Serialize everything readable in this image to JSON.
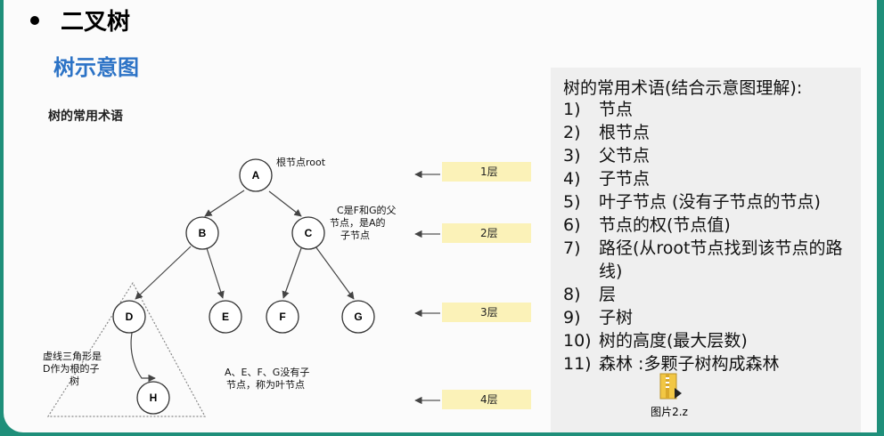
{
  "title": "二叉树",
  "subtitle": "树示意图",
  "diagram": {
    "heading": "树的常用术语",
    "nodes": {
      "a": "A",
      "b": "B",
      "c": "C",
      "d": "D",
      "e": "E",
      "f": "F",
      "g": "G",
      "h": "H"
    },
    "annotations": {
      "root": "根节点root",
      "parent": [
        "C是F和G的父",
        "节点，是A的",
        "子节点"
      ],
      "triangle": [
        "虚线三角形是",
        "D作为根的子",
        "树"
      ],
      "leaf": [
        "A、E、F、G没有子",
        "节点，称为叶节点"
      ]
    },
    "layers": [
      "1层",
      "2层",
      "3层",
      "4层"
    ]
  },
  "terms": {
    "heading": "树的常用术语(结合示意图理解):",
    "items": [
      {
        "num": "1)",
        "text": "节点"
      },
      {
        "num": "2)",
        "text": "根节点"
      },
      {
        "num": "3)",
        "text": "父节点"
      },
      {
        "num": "4)",
        "text": "子节点"
      },
      {
        "num": "5)",
        "text": "叶子节点 (没有子节点的节点)"
      },
      {
        "num": "6)",
        "text": "节点的权(节点值)"
      },
      {
        "num": "7)",
        "text": "路径(从root节点找到该节点的路线)"
      },
      {
        "num": "8)",
        "text": "层"
      },
      {
        "num": "9)",
        "text": "子树"
      },
      {
        "num": "10)",
        "text": "树的高度(最大层数)"
      },
      {
        "num": "11)",
        "text": "森林 :多颗子树构成森林"
      }
    ]
  },
  "attachment": {
    "filename": "图片2.z",
    "icon": "zip-file-icon"
  }
}
